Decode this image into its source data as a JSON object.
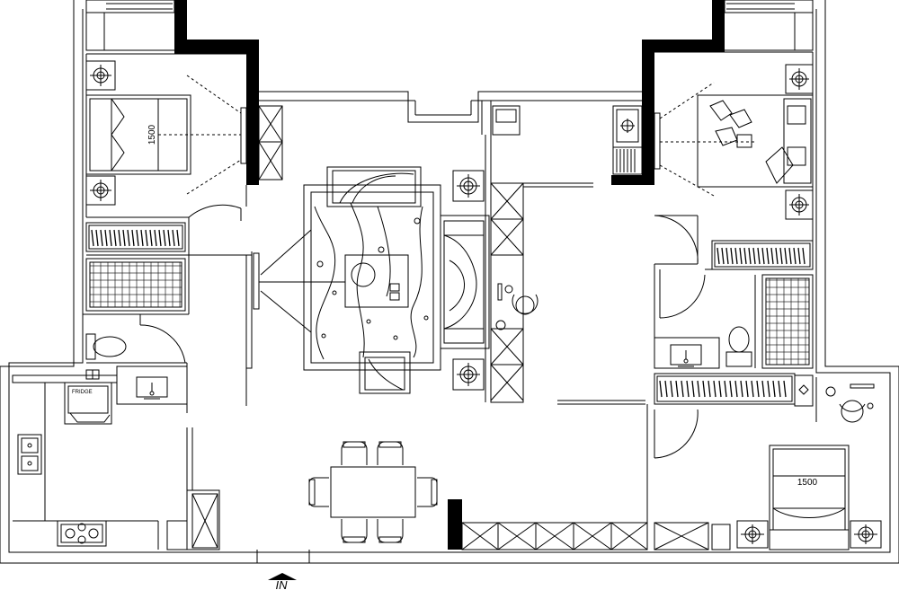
{
  "plan": {
    "labels": {
      "entrance": "IN",
      "bed_left_dim": "1500",
      "bed_right_bottom_dim": "1500",
      "fridge": "FRIDGE"
    }
  }
}
